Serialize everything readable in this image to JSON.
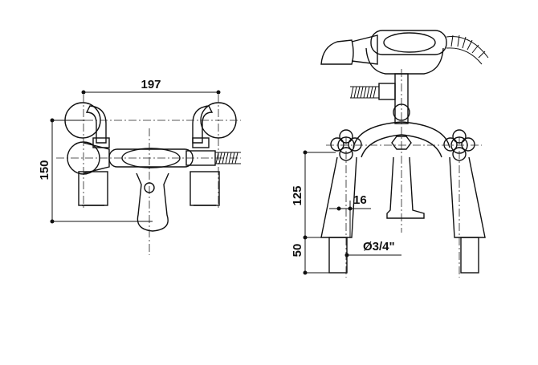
{
  "dimensions": {
    "width_197": "197",
    "height_150": "150",
    "height_125": "125",
    "width_16": "16",
    "height_50": "50",
    "diameter": "Ø3/4\""
  }
}
